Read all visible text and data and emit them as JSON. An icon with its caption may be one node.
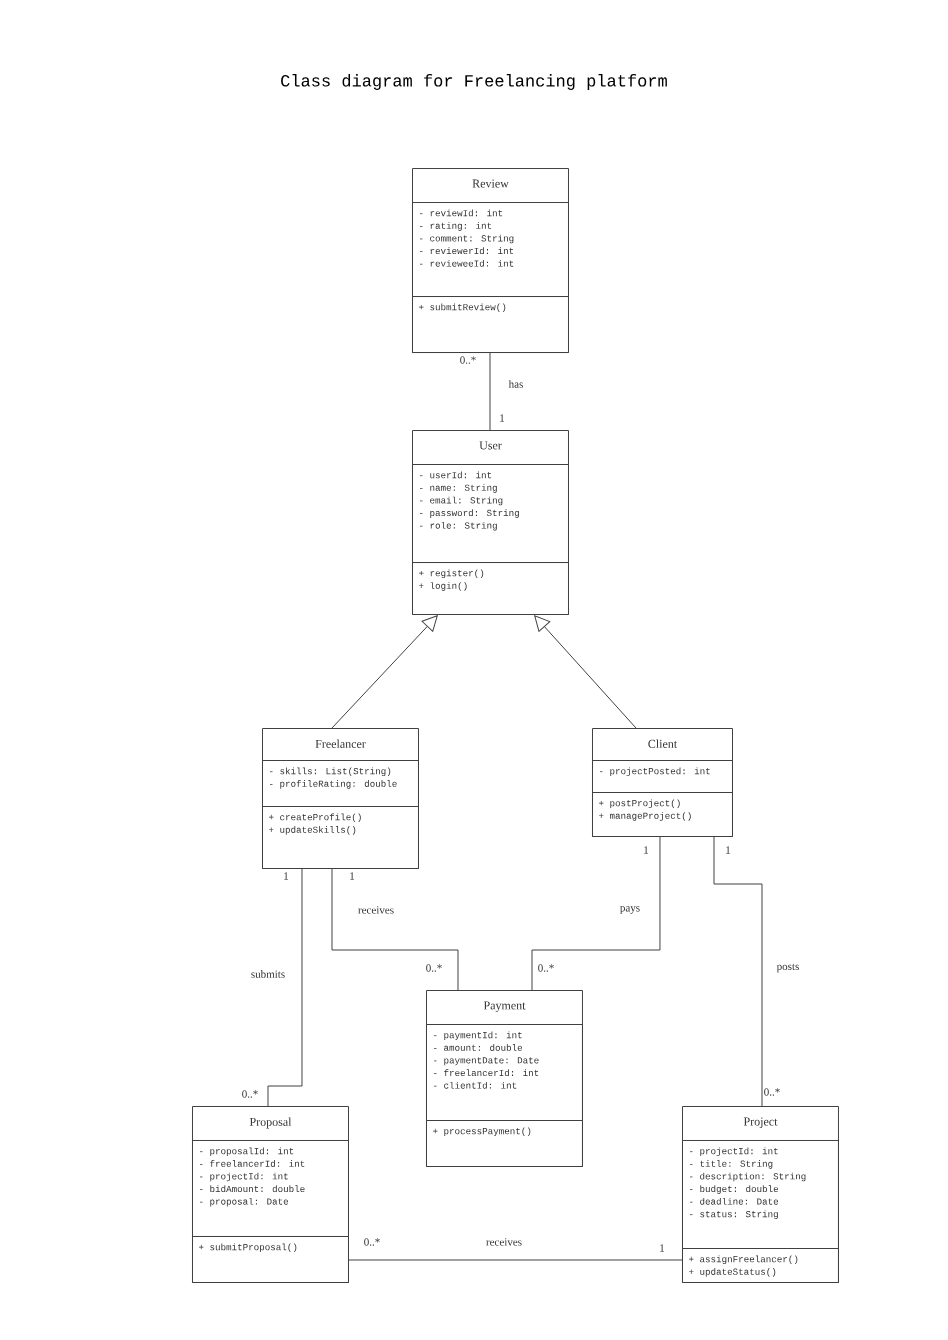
{
  "diagram": {
    "title": "Class diagram for Freelancing platform",
    "nodes": [
      {
        "text": [
          "Review"
        ]
      },
      {
        "text": [
          "- reviewId: int",
          "- rating: int",
          "- comment: String",
          "- reviewerId: int",
          "- revieweeId: int"
        ],
        "in": 0
      },
      {
        "text": [
          "+ submitReview()"
        ],
        "in": 0
      },
      {
        "text": [
          "User"
        ]
      },
      {
        "text": [
          "- userId: int",
          "- name: String",
          "- email: String",
          "- password: String",
          "- role: String"
        ],
        "in": 3
      },
      {
        "text": [
          "+ register()",
          "+ login()"
        ],
        "in": 3
      },
      {
        "text": [
          "Freelancer"
        ]
      },
      {
        "text": [
          "- skills: List(String)",
          "- profileRating: double"
        ],
        "in": 6
      },
      {
        "text": [
          "+ createProfile()",
          "+ updateSkills()"
        ],
        "in": 6
      },
      {
        "text": [
          "Client"
        ]
      },
      {
        "text": [
          "- projectPosted: int"
        ],
        "in": 9
      },
      {
        "text": [
          "+ postProject()",
          "+ manageProject()"
        ],
        "in": 9
      },
      {
        "text": [
          "Payment"
        ]
      },
      {
        "text": [
          "- paymentId: int",
          "- amount: double",
          "- paymentDate: Date",
          "- freelancerId: int",
          "- clientId: int"
        ],
        "in": 12
      },
      {
        "text": [
          "+ processPayment()"
        ],
        "in": 12
      },
      {
        "text": [
          "Proposal"
        ]
      },
      {
        "text": [
          "- proposalId: int",
          "- freelancerId: int",
          "- projectId: int",
          "- bidAmount: double",
          "- proposal: Date"
        ],
        "in": 15
      },
      {
        "text": [
          "+ submitProposal()"
        ],
        "in": 15
      },
      {
        "text": [
          "Project"
        ]
      },
      {
        "text": [
          "- projectId: int",
          "- title: String",
          "- description: String",
          "- budget: double",
          "- deadline: Date",
          "- status: String"
        ],
        "in": 18
      },
      {
        "text": [
          "+ assignFreelancer()",
          "+ updateStatus()"
        ],
        "in": 18
      }
    ],
    "edges": [
      {
        "from": 0,
        "to": 3,
        "arrow": "none",
        "label": "has"
      },
      {
        "from": 6,
        "to": 3,
        "arrow": "to"
      },
      {
        "from": 9,
        "to": 3,
        "arrow": "to"
      },
      {
        "from": 6,
        "to": 15,
        "arrow": "none",
        "label": "submits"
      },
      {
        "from": 6,
        "to": 12,
        "arrow": "none",
        "label": "receives"
      },
      {
        "from": 9,
        "to": 12,
        "arrow": "none",
        "label": "pays"
      },
      {
        "from": 9,
        "to": 18,
        "arrow": "none",
        "label": "posts"
      },
      {
        "from": 15,
        "to": 18,
        "arrow": "none",
        "label": "receives"
      }
    ],
    "labels": [
      "0..*",
      "1",
      "1",
      "1",
      "1",
      "1",
      "0..*",
      "0..*",
      "0..*",
      "0..*",
      "0..*",
      "1"
    ]
  }
}
